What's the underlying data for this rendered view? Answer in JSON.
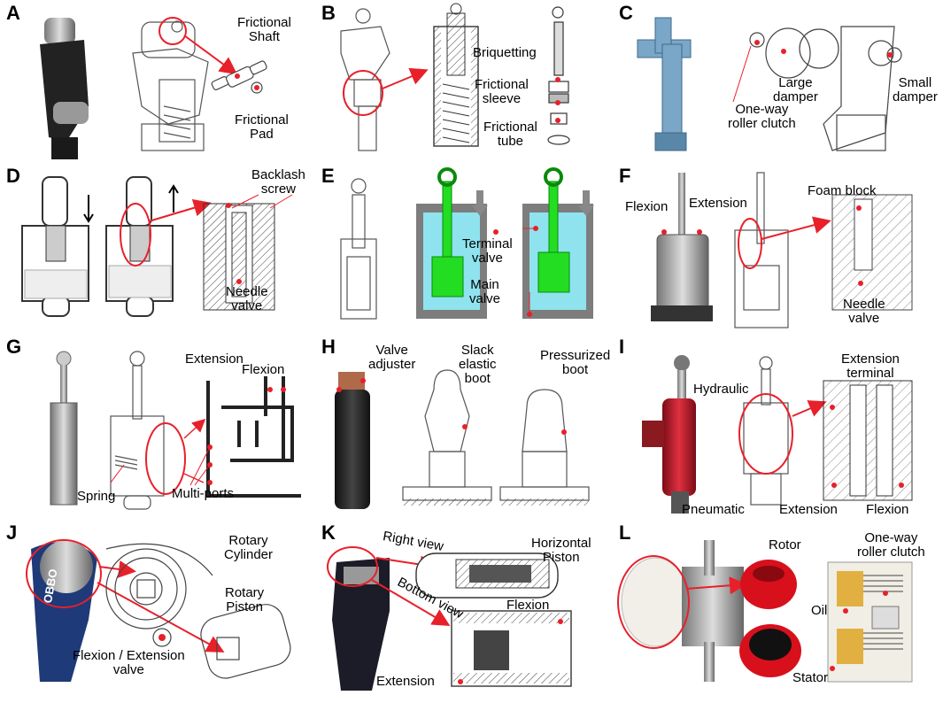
{
  "panels": {
    "A": {
      "letter": "A",
      "labels": {
        "frictional_shaft": "Frictional\nShaft",
        "frictional_pad": "Frictional\nPad"
      }
    },
    "B": {
      "letter": "B",
      "labels": {
        "briquetting": "Briquetting",
        "frictional_sleeve": "Frictional\nsleeve",
        "frictional_tube": "Frictional\ntube"
      }
    },
    "C": {
      "letter": "C",
      "labels": {
        "large_damper": "Large\ndamper",
        "small_damper": "Small\ndamper",
        "clutch": "One-way\nroller clutch"
      }
    },
    "D": {
      "letter": "D",
      "labels": {
        "backlash_screw": "Backlash\nscrew",
        "needle_valve": "Needle\nvalve"
      }
    },
    "E": {
      "letter": "E",
      "labels": {
        "terminal_valve": "Terminal\nvalve",
        "main_valve": "Main\nvalve"
      }
    },
    "F": {
      "letter": "F",
      "labels": {
        "flexion": "Flexion",
        "extension": "Extension",
        "foam_block": "Foam block",
        "needle_valve": "Needle\nvalve"
      }
    },
    "G": {
      "letter": "G",
      "labels": {
        "extension": "Extension",
        "flexion": "Flexion",
        "spring": "Spring",
        "multi_ports": "Multi-ports"
      }
    },
    "H": {
      "letter": "H",
      "labels": {
        "valve_adjuster": "Valve\nadjuster",
        "slack_boot": "Slack\nelastic\nboot",
        "pressurized_boot": "Pressurized\nboot"
      }
    },
    "I": {
      "letter": "I",
      "labels": {
        "hydraulic": "Hydraulic",
        "extension_terminal": "Extension\nterminal",
        "pneumatic": "Pneumatic",
        "extension": "Extension",
        "flexion": "Flexion"
      }
    },
    "J": {
      "letter": "J",
      "labels": {
        "rotary_cylinder": "Rotary\nCylinder",
        "rotary_piston": "Rotary\nPiston",
        "fe_valve": "Flexion / Extension\nvalve",
        "brand": "OBBO"
      }
    },
    "K": {
      "letter": "K",
      "labels": {
        "right_view": "Right view",
        "bottom_view": "Bottom view",
        "horizontal_piston": "Horizontal\nPiston",
        "flexion": "Flexion",
        "extension": "Extension"
      }
    },
    "L": {
      "letter": "L",
      "labels": {
        "rotor": "Rotor",
        "clutch": "One-way\nroller clutch",
        "oil": "Oil",
        "stator": "Stator"
      }
    }
  },
  "colors": {
    "callout": "#e8202a",
    "steel_blue": "#7aa7c7",
    "damper_red": "#d8101c",
    "hydraulic_green": "#22dd22",
    "fluid_cyan": "#8fe3ef",
    "housing_gray": "#7d7d7d",
    "body_red": "#c01828",
    "dark_blue": "#1e3a78"
  }
}
